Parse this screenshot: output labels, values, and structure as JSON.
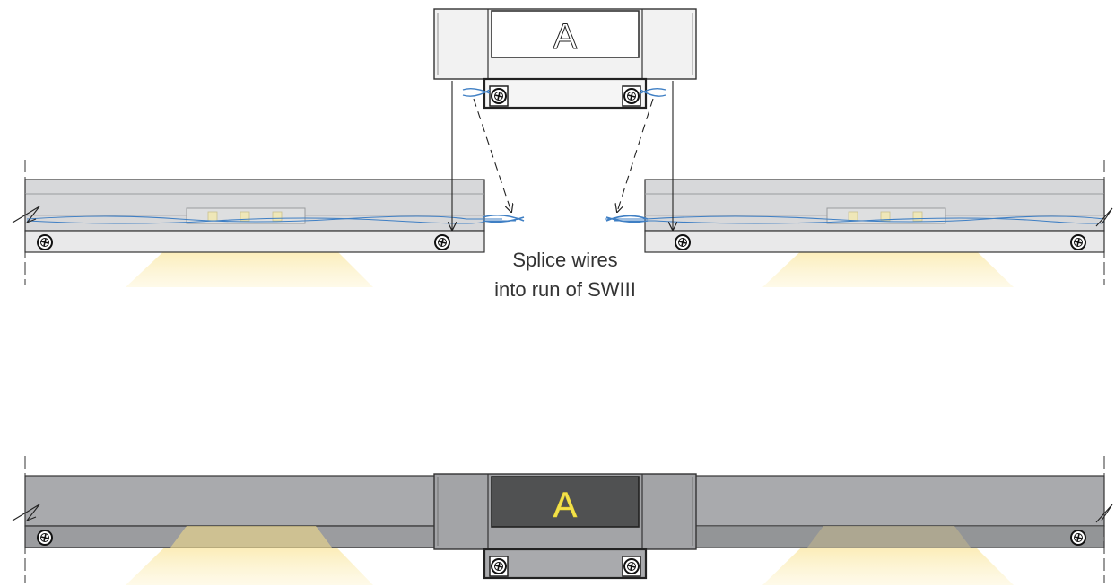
{
  "diagram": {
    "caption_line1": "Splice wires",
    "caption_line2": "into run of SWIII",
    "module_label_top": "A",
    "module_label_bottom": "A"
  },
  "colors": {
    "light_cone": "#fbe9a6",
    "wire": "#3f7fc4",
    "channel_top": "#d4d5d7",
    "channel_bottom": "#a9aaad",
    "module_top": "#efefef",
    "module_bottom": "#a3a4a7",
    "label_window_dark": "#505152",
    "label_text_bottom": "#f2e14c"
  },
  "icons": [
    "screw-icon",
    "break-mark-icon",
    "arrow-icon"
  ]
}
